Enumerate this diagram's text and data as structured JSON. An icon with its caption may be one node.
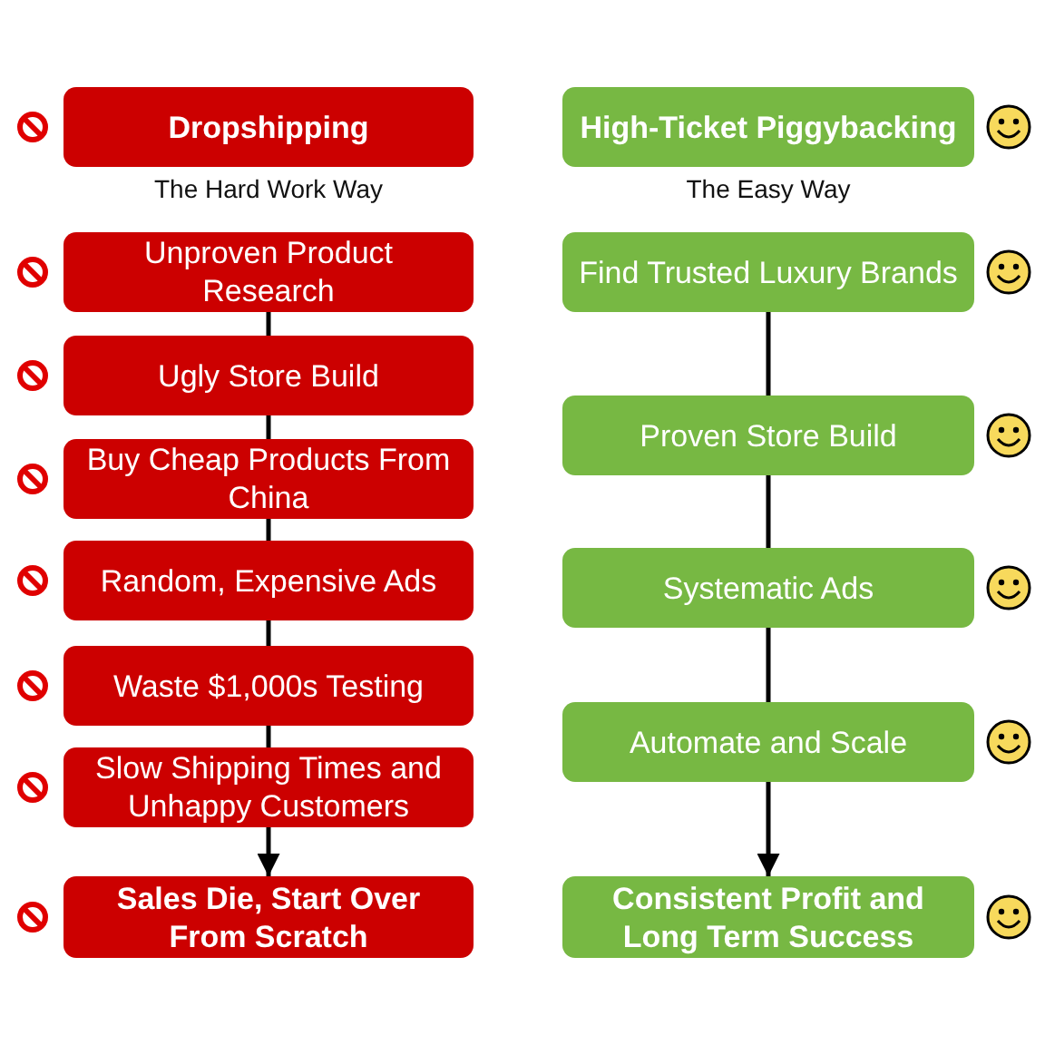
{
  "diagram": {
    "nodes": [
      {
        "text": [
          "Dropshipping"
        ],
        "beside": [
          "The Hard Work Way"
        ]
      },
      {
        "text": [
          "Unproven Product Research"
        ]
      },
      {
        "text": [
          "Ugly Store Build"
        ]
      },
      {
        "text": [
          "Buy Cheap Products From China"
        ]
      },
      {
        "text": [
          "Random, Expensive Ads"
        ]
      },
      {
        "text": [
          "Waste $1,000s Testing"
        ]
      },
      {
        "text": [
          "Slow Shipping Times and Unhappy Customers"
        ]
      },
      {
        "text": [
          "Sales Die, Start Over From Scratch"
        ]
      },
      {
        "text": [
          "High-Ticket Piggybacking"
        ],
        "beside": [
          "The Easy Way"
        ]
      },
      {
        "text": [
          "Find Trusted Luxury Brands"
        ]
      },
      {
        "text": [
          "Proven Store Build"
        ]
      },
      {
        "text": [
          "Systematic Ads"
        ]
      },
      {
        "text": [
          "Automate and Scale"
        ]
      },
      {
        "text": [
          "Consistent Profit and Long Term Success"
        ]
      }
    ],
    "edges": [
      {
        "from": 1,
        "to": 2,
        "arrow": "none"
      },
      {
        "from": 2,
        "to": 3,
        "arrow": "none"
      },
      {
        "from": 3,
        "to": 4,
        "arrow": "none"
      },
      {
        "from": 4,
        "to": 5,
        "arrow": "none"
      },
      {
        "from": 5,
        "to": 6,
        "arrow": "none"
      },
      {
        "from": 6,
        "to": 7,
        "arrow": "to"
      },
      {
        "from": 9,
        "to": 10,
        "arrow": "none"
      },
      {
        "from": 10,
        "to": 11,
        "arrow": "none"
      },
      {
        "from": 11,
        "to": 12,
        "arrow": "none"
      },
      {
        "from": 12,
        "to": 13,
        "arrow": "to"
      }
    ]
  }
}
